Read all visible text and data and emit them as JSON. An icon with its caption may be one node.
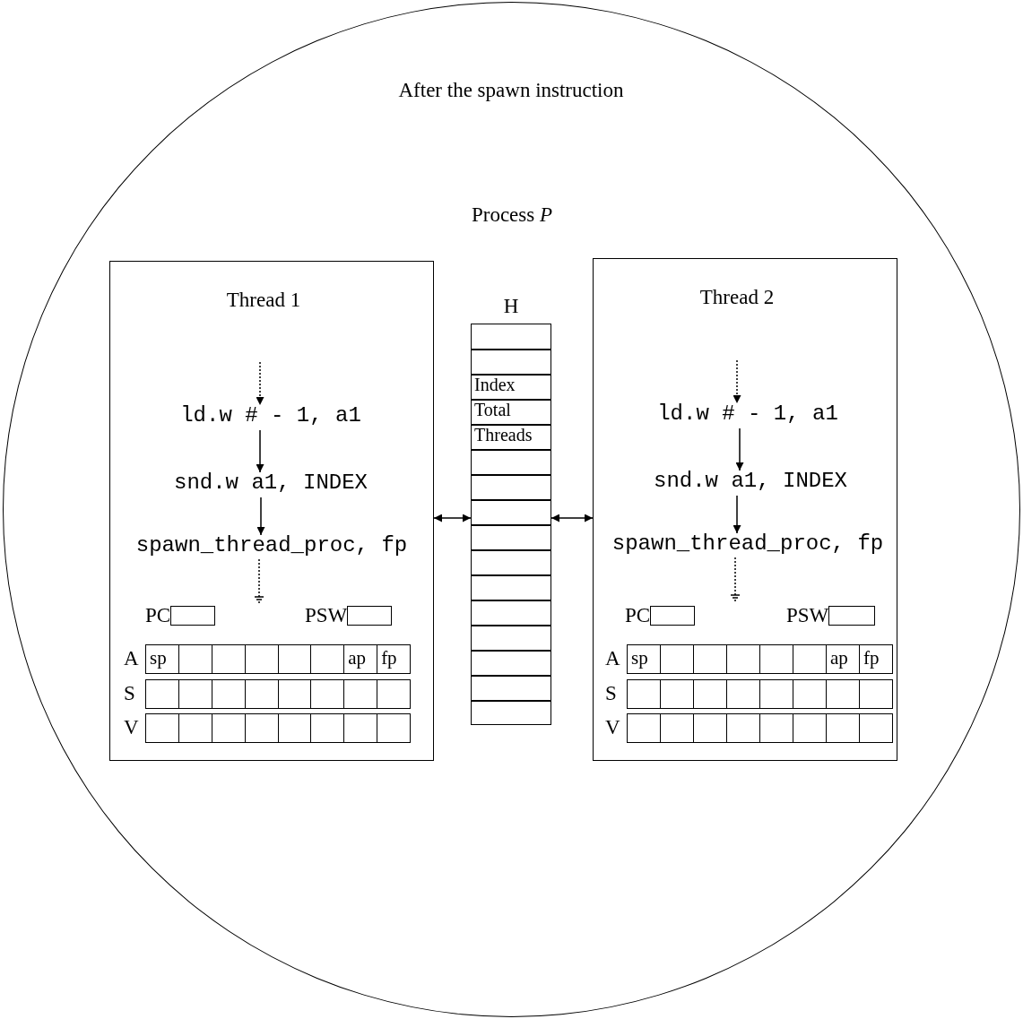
{
  "diagram": {
    "title": "After the spawn instruction",
    "nodes": [
      {
        "text": [
          "Process *P*"
        ]
      },
      {
        "text": [
          "Thread 1"
        ],
        "in": 0
      },
      {
        "text": [
          "ld.w # - 1, a1"
        ],
        "in": 1
      },
      {
        "text": [
          "snd.w a1, INDEX"
        ],
        "in": 1
      },
      {
        "text": [
          "spawn_thread_proc, fp"
        ],
        "in": 1
      },
      {
        "text": [
          "PC"
        ],
        "in": 1
      },
      {
        "text": [
          "PSW"
        ],
        "in": 1
      },
      {
        "text": [
          "A",
          "sp",
          "ap",
          "fp"
        ],
        "in": 1
      },
      {
        "text": [
          "S"
        ],
        "in": 1
      },
      {
        "text": [
          "V"
        ],
        "in": 1
      },
      {
        "text": [
          "H",
          "Index",
          "Total Threads"
        ],
        "in": 0
      },
      {
        "text": [
          "Thread 2"
        ],
        "in": 0
      },
      {
        "text": [
          "ld.w # - 1, a1"
        ],
        "in": 11
      },
      {
        "text": [
          "snd.w a1, INDEX"
        ],
        "in": 11
      },
      {
        "text": [
          "spawn_thread_proc, fp"
        ],
        "in": 11
      },
      {
        "text": [
          "PC"
        ],
        "in": 11
      },
      {
        "text": [
          "PSW"
        ],
        "in": 11
      },
      {
        "text": [
          "A",
          "sp",
          "ap",
          "fp"
        ],
        "in": 11
      },
      {
        "text": [
          "S"
        ],
        "in": 11
      },
      {
        "text": [
          "V"
        ],
        "in": 11
      }
    ],
    "edges": [
      {
        "from": null,
        "to": 2,
        "arrow": "to",
        "style": "dashed"
      },
      {
        "from": 2,
        "to": 3,
        "arrow": "to"
      },
      {
        "from": 3,
        "to": 4,
        "arrow": "to"
      },
      {
        "from": 4,
        "to": null,
        "arrow": "other",
        "style": "dashed"
      },
      {
        "from": 1,
        "to": 10,
        "arrow": "both"
      },
      {
        "from": 10,
        "to": 11,
        "arrow": "both"
      },
      {
        "from": null,
        "to": 12,
        "arrow": "to",
        "style": "dashed"
      },
      {
        "from": 12,
        "to": 13,
        "arrow": "to"
      },
      {
        "from": 13,
        "to": 14,
        "arrow": "to"
      },
      {
        "from": 14,
        "to": null,
        "arrow": "other",
        "style": "dashed"
      }
    ]
  }
}
